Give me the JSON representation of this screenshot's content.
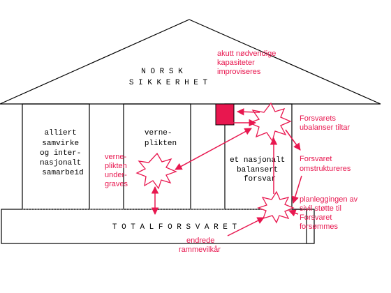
{
  "roof": {
    "title_line1": "N O R S K",
    "title_line2": "S I K K E R H E T"
  },
  "pillars": {
    "left": [
      "alliert",
      "samvirke",
      "og inter-",
      "nasjonalt",
      "samarbeid"
    ],
    "middle": [
      "verne-",
      "plikten"
    ],
    "right": [
      "et nasjonalt",
      "balansert",
      "forsvar"
    ]
  },
  "foundation": {
    "label": "T O T A L F O R S V A R E T"
  },
  "annotations": {
    "akutt": [
      "akutt nødvendige",
      "kapasiteter",
      "improviseres"
    ],
    "ubalanser": [
      "Forsvarets",
      "ubalanser  tiltar"
    ],
    "omstruktureres": [
      "Forsvaret",
      "omstruktureres"
    ],
    "planlegging": [
      "planleggingen av",
      "sivil støtte til",
      "Forsvaret",
      "forsømmes"
    ],
    "verneplikten_undergraves": [
      "verne-",
      "plikten",
      "under-",
      "graves"
    ],
    "rammevilkar": [
      "endrede",
      "rammevilkår"
    ]
  },
  "colors": {
    "accent": "#e8174f",
    "ink": "#000000",
    "background": "#ffffff",
    "dotted": "#888888"
  }
}
